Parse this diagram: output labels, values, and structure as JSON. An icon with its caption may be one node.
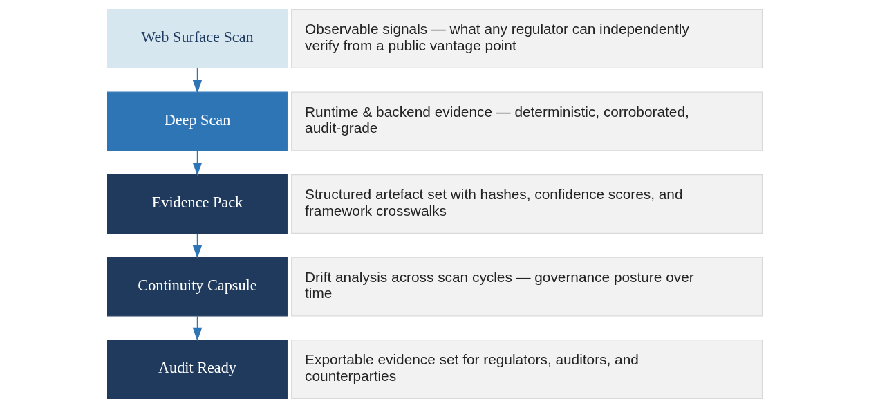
{
  "diagram": {
    "nodes": [
      {
        "text": [
          "Web Surface Scan"
        ]
      },
      {
        "text": [
          "Observable signals — what any regulator can independently verify from a public vantage point"
        ]
      },
      {
        "text": [
          "Deep Scan"
        ]
      },
      {
        "text": [
          "Runtime & backend evidence — deterministic, corroborated, audit-grade"
        ]
      },
      {
        "text": [
          "Evidence Pack"
        ]
      },
      {
        "text": [
          "Structured artefact set with hashes, confidence scores, and framework crosswalks"
        ]
      },
      {
        "text": [
          "Continuity Capsule"
        ]
      },
      {
        "text": [
          "Drift analysis across scan cycles — governance posture over time"
        ]
      },
      {
        "text": [
          "Audit Ready"
        ]
      },
      {
        "text": [
          "Exportable evidence set for regulators, auditors, and counterparties"
        ]
      }
    ],
    "edges": [
      {
        "from": 0,
        "to": 2,
        "arrow": "to"
      },
      {
        "from": 2,
        "to": 4,
        "arrow": "to"
      },
      {
        "from": 4,
        "to": 6,
        "arrow": "to"
      },
      {
        "from": 6,
        "to": 8,
        "arrow": "to"
      }
    ]
  }
}
